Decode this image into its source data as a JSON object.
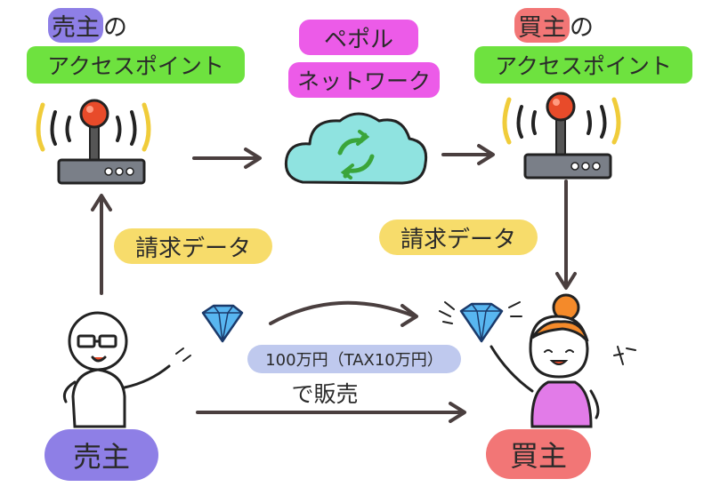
{
  "seller_ap": {
    "title_prefix": "売主",
    "title_particle": "の",
    "title_main": "アクセスポイント"
  },
  "network": {
    "line1": "ペポル",
    "line2": "ネットワーク"
  },
  "buyer_ap": {
    "title_prefix": "買主",
    "title_particle": "の",
    "title_main": "アクセスポイント"
  },
  "invoice_left": "請求データ",
  "invoice_right": "請求データ",
  "sale": {
    "price": "100万円（TAX10万円）",
    "action": "で販売"
  },
  "seller": {
    "label": "売主"
  },
  "buyer": {
    "label": "買主"
  },
  "colors": {
    "green": "#6ee23f",
    "magenta": "#ec5be8",
    "yellow": "#f7dc6b",
    "blue_pill": "#bfc9ee",
    "seller_purple": "#8e7fe6",
    "buyer_pink": "#f27676",
    "cloud": "#8fe3e0",
    "gem": "#58b6f0",
    "buyer_hair": "#f48a2a",
    "buyer_dress": "#e27be8"
  },
  "icons": [
    "router-icon",
    "cloud-sync-icon",
    "diamond-icon",
    "seller-person-icon",
    "buyer-person-icon"
  ]
}
